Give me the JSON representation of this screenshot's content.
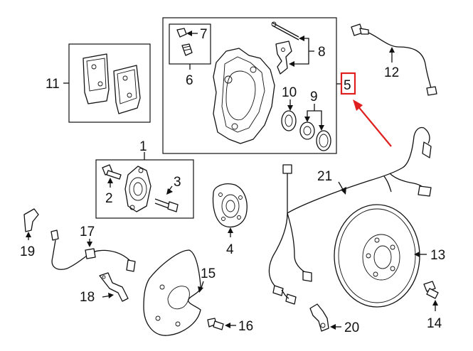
{
  "callouts": {
    "c1": "1",
    "c2": "2",
    "c3": "3",
    "c4": "4",
    "c5": "5",
    "c6": "6",
    "c7": "7",
    "c8": "8",
    "c9": "9",
    "c10": "10",
    "c11": "11",
    "c12": "12",
    "c13": "13",
    "c14": "14",
    "c15": "15",
    "c16": "16",
    "c17": "17",
    "c18": "18",
    "c19": "19",
    "c20": "20",
    "c21": "21"
  },
  "highlight": {
    "color": "#e0201e",
    "target": "5"
  }
}
